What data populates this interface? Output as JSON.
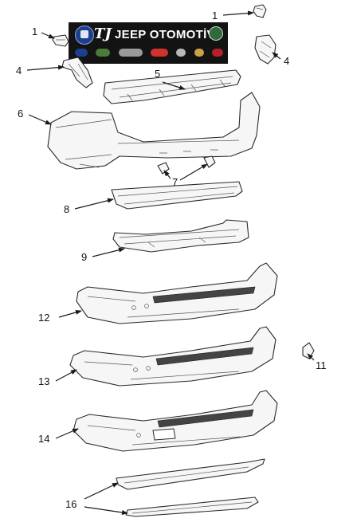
{
  "banner": {
    "brand_text": "JEEP OTOMOTİV",
    "monogram": "TJ",
    "logos": [
      {
        "name": "mopar-logo",
        "color": "#1d3f8f"
      },
      {
        "name": "jeep-logo",
        "color": "#4a7c3a"
      },
      {
        "name": "chrysler-logo",
        "color": "#9a9a9a"
      },
      {
        "name": "dodge-logo",
        "color": "#d2322d"
      },
      {
        "name": "ram-logo",
        "color": "#b9b9b9"
      },
      {
        "name": "lancia-logo",
        "color": "#c9a24a"
      },
      {
        "name": "fiat-logo",
        "color": "#b5202b"
      }
    ]
  },
  "callouts": {
    "c1a": "1",
    "c1b": "1",
    "c4a": "4",
    "c4b": "4",
    "c5": "5",
    "c6": "6",
    "c7": "7",
    "c8": "8",
    "c9": "9",
    "c11": "11",
    "c12": "12",
    "c13": "13",
    "c14": "14",
    "c16": "16"
  },
  "colors": {
    "line": "#2a2a2a",
    "part_fill": "#f6f6f6",
    "banner_bg": "#131313"
  }
}
